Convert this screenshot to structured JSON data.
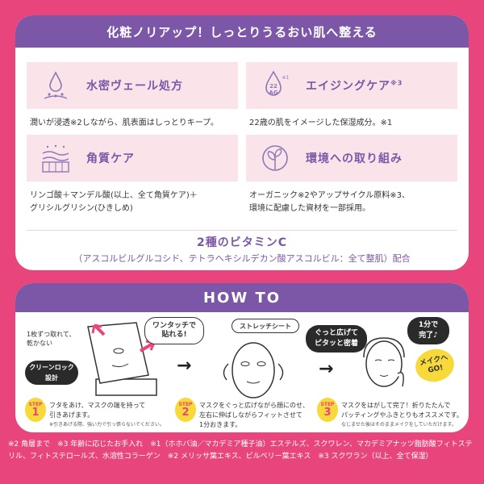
{
  "top": {
    "banner": "化粧ノリアップ！しっとりうるおい肌へ整える",
    "features": [
      {
        "icon": "water-drops-icon",
        "title": "水密ヴェール処方",
        "sup": "",
        "desc_lines": [
          "潤いが浸透※2しながら、肌表面はしっとりキープ。"
        ]
      },
      {
        "icon": "22ag-drop-icon",
        "icon_text": "22 AG",
        "icon_sup": "※1",
        "title": "エイジングケア",
        "sup": "※3",
        "desc_lines": [
          "22歳の肌をイメージした保湿成分。※1"
        ]
      },
      {
        "icon": "skin-layers-icon",
        "title": "角質ケア",
        "sup": "",
        "desc_lines": [
          "リンゴ酸＋マンデル酸(以上、全て角質ケア)＋",
          "グリシルグリシン(ひきしめ)"
        ]
      },
      {
        "icon": "globe-leaf-icon",
        "title": "環境への取り組み",
        "sup": "",
        "desc_lines": [
          "オーガニック※2やアップサイクル原料※3、",
          "環境に配慮した資材を一部採用。"
        ]
      }
    ],
    "vitamin_title": "2種のビタミンC",
    "vitamin_sub": "（アスコルビルグルコシド、テトラヘキシルデカン酸アスコルビル：全て整肌）配合"
  },
  "howto": {
    "banner": "HOW TO",
    "note_take": "1枚ずつ取れて、\n乾かない",
    "bubble_onetouch": "ワンタッチで\n貼れる!",
    "bubble_cleanlock": "クリーンロック\n設計",
    "bubble_stretch": "ストレッチシート",
    "bubble_fit": "ぐっと広げて\nピタッと密着",
    "bubble_1min": "1分で\n完了♪",
    "bubble_makeup": "メイクへ\nGO!",
    "steps": [
      {
        "label": "STEP",
        "num": "1",
        "lines": [
          "フタをあけ、マスクの端を持って",
          "引きあげます。"
        ],
        "small": "※引きあげる際、強い力で引っ張らないでください。"
      },
      {
        "label": "STEP",
        "num": "2",
        "lines": [
          "マスクをぐっと広げながら顔にのせ、",
          "左右に伸ばしながらフィットさせて",
          "1分おきます。"
        ],
        "small": ""
      },
      {
        "label": "STEP",
        "num": "3",
        "lines": [
          "マスクをはがして完了！折りたたんで",
          "パッティングやふきとりもオススメです。"
        ],
        "small": "なじませた後はそのままメイクをしていただけます。"
      }
    ]
  },
  "footnote": "※2 角層まで　※3 年齢に応じたお手入れ　※1（ホホバ油／マカデミア種子油）エステルズ、スクワレン、マカデミアナッツ脂肪酸フィトステリル、フィトステロールズ、水溶性コラーゲン　※2 メリッサ葉エキス、ビルベリー葉エキス　※3 スクワラン（以上、全て保湿）",
  "colors": {
    "background": "#e8457c",
    "accent": "#7c57a8",
    "feature_bg": "#fbe4e9",
    "step_badge": "#f7d93a"
  }
}
